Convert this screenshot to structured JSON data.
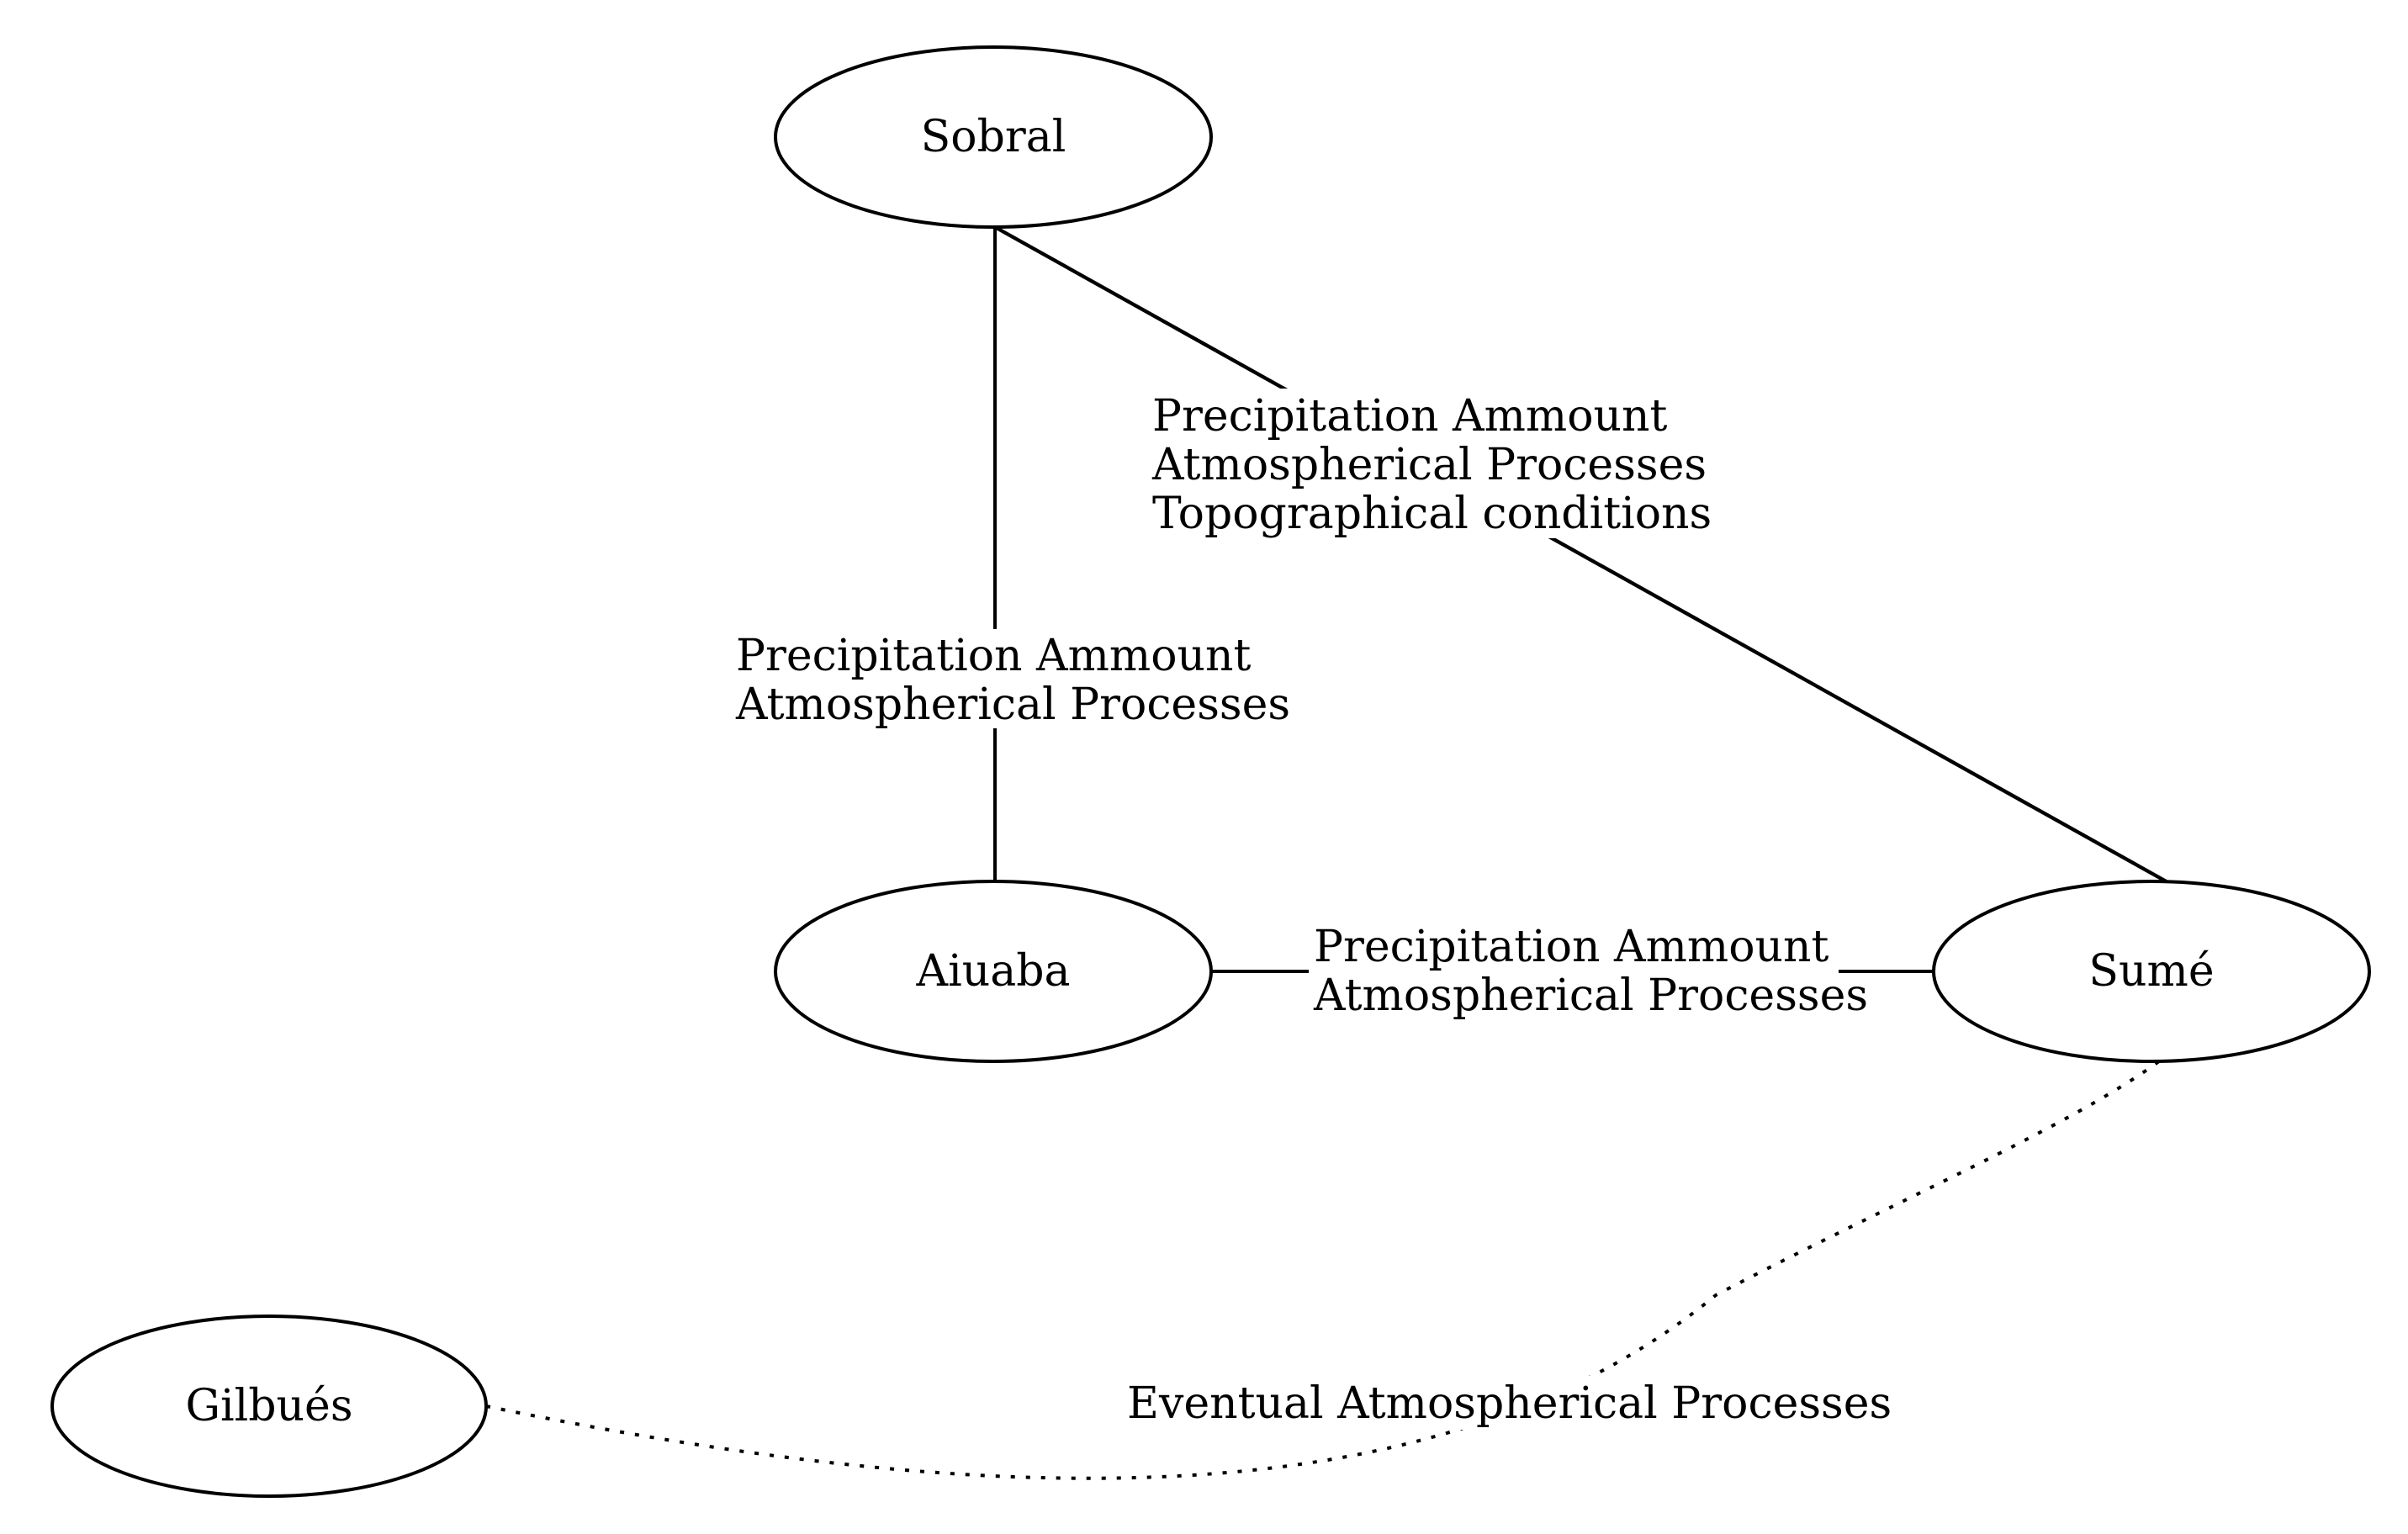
{
  "nodes": {
    "sobral": "Sobral",
    "aiuaba": "Aiuaba",
    "sume": "Sumé",
    "gilbues": "Gilbués"
  },
  "edges": {
    "sobral_aiuaba": {
      "style": "solid",
      "lines": [
        "Precipitation Ammount",
        "Atmospherical Processes"
      ]
    },
    "sobral_sume": {
      "style": "double",
      "lines": [
        "Precipitation Ammount",
        "Atmospherical Processes",
        "Topographical conditions"
      ]
    },
    "aiuaba_sume": {
      "style": "solid",
      "lines": [
        "Precipitation Ammount",
        "Atmospherical Processes"
      ]
    },
    "gilbues_sume": {
      "style": "dotted",
      "lines": [
        "Eventual Atmospherical Processes"
      ]
    }
  },
  "colors": {
    "stroke": "#000000",
    "background": "#ffffff"
  }
}
